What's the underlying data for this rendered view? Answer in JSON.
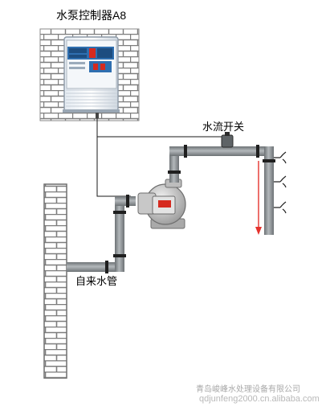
{
  "labels": {
    "controller": "水泵控制器A8",
    "flow_switch": "水流开关",
    "tap_pipe": "自来水管"
  },
  "watermark": {
    "company": "青岛峻峰水处理设备有限公司",
    "site": "qdjunfeng2000.cn.alibaba.com"
  },
  "colors": {
    "pipe": "#8f9497",
    "pipe_dark": "#1f1f1f",
    "brick": "#7d7d7d",
    "flow_arrow": "#e5322d",
    "pump_window": "#d62a1f",
    "controller_panel": "#2f6fb0"
  }
}
